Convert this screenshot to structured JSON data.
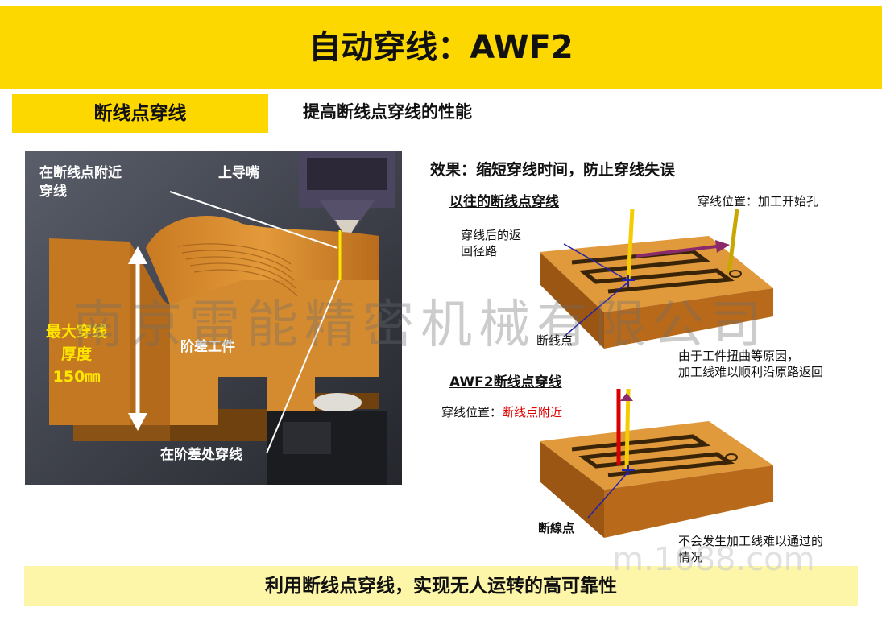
{
  "header": {
    "title": "自动穿线：AWF2"
  },
  "section": {
    "tag": "断线点穿线",
    "subtitle": "提高断线点穿线的性能"
  },
  "photo": {
    "label_threading_near_break_1": "在断线点附近",
    "label_threading_near_break_2": "穿线",
    "label_upper_nozzle": "上导嘴",
    "label_max_thickness_1": "最大穿线",
    "label_max_thickness_2": "厚度",
    "label_max_thickness_3": "150㎜",
    "label_step_workpiece": "阶差工件",
    "label_thread_at_step": "在阶差处穿线"
  },
  "right": {
    "effect": "效果：缩短穿线时间，防止穿线失误",
    "old": {
      "heading": "以往的断线点穿线",
      "thread_position": "穿线位置：加工开始孔",
      "return_path_1": "穿线后的返",
      "return_path_2": "回径路",
      "break_point": "断线点",
      "reason_1": "由于工件扭曲等原因，",
      "reason_2": "加工线难以顺利沿原路返回"
    },
    "new": {
      "heading": "AWF2断线点穿线",
      "thread_position_label": "穿线位置：",
      "thread_position_value": "断线点附近",
      "break_point": "断線点",
      "result_1": "不会发生加工线难以通过的",
      "result_2": "情况"
    }
  },
  "footer": {
    "text": "利用断线点穿线，实现无人运转的高可靠性"
  },
  "watermark": {
    "company": "南京雷能精密机械有限公司",
    "site": "m.1688.com"
  },
  "colors": {
    "accent_yellow": "#fdd800",
    "footer_yellow": "#fdf6a8",
    "workpiece": "#d88a2a",
    "highlight_red": "#e00000"
  }
}
